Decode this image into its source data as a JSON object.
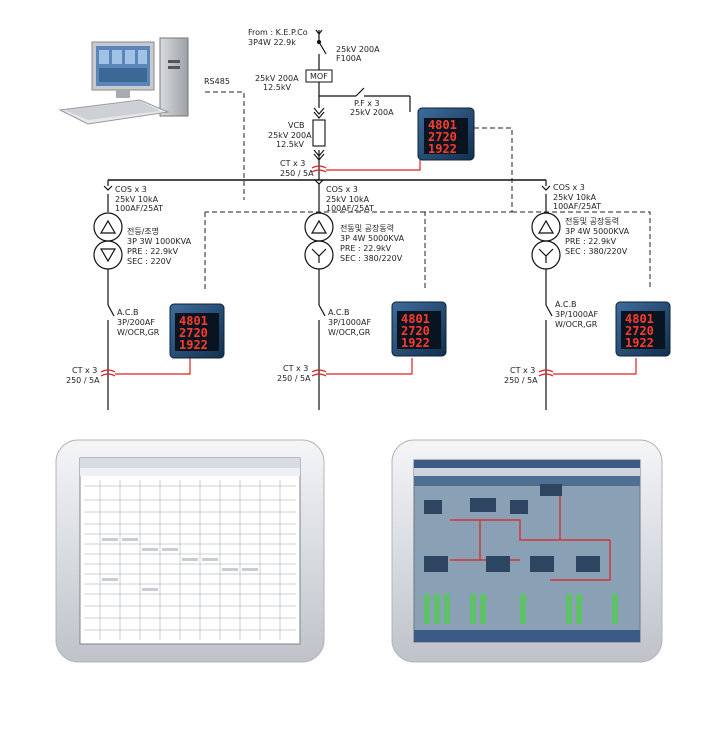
{
  "source": {
    "from_line1": "From : K.E.P.Co",
    "from_line2": "3P4W 22.9k",
    "lbs_line1": "25kV 200A",
    "lbs_line2": "F100A",
    "mof_label": "MOF",
    "mof_line1": "25kV 200A",
    "mof_line2": "12.5kV",
    "rs485": "RS485",
    "pf_line1": "P.F x 3",
    "pf_line2": "25kV 200A",
    "vcb_line1": "VCB",
    "vcb_line2": "25kV 200A",
    "vcb_line3": "12.5kV",
    "ct_line1": "CT x 3",
    "ct_line2": "250 / 5A"
  },
  "meter": {
    "row1": "4801",
    "row2": "2720",
    "row3": "1922"
  },
  "feeders": [
    {
      "cos_line1": "COS x 3",
      "cos_line2": "25kV 10kA",
      "cos_line3": "100AF/25AT",
      "tr_line1": "전등/조명",
      "tr_line2": "3P 3W 1000KVA",
      "tr_line3": "PRE : 22.9kV",
      "tr_line4": "SEC : 220V",
      "acb_line1": "A.C.B",
      "acb_line2": "3P/200AF",
      "acb_line3": "W/OCR,GR",
      "ct_line1": "CT x 3",
      "ct_line2": "250 / 5A"
    },
    {
      "cos_line1": "COS x 3",
      "cos_line2": "25kV 10kA",
      "cos_line3": "100AF/25AT",
      "tr_line1": "전동및 공장동력",
      "tr_line2": "3P 4W 5000KVA",
      "tr_line3": "PRE : 22.9kV",
      "tr_line4": "SEC : 380/220V",
      "acb_line1": "A.C.B",
      "acb_line2": "3P/1000AF",
      "acb_line3": "W/OCR,GR",
      "ct_line1": "CT x 3",
      "ct_line2": "250 / 5A"
    },
    {
      "cos_line1": "COS x 3",
      "cos_line2": "25kV 10kA",
      "cos_line3": "100AF/25AT",
      "tr_line1": "전동및 공장동력",
      "tr_line2": "3P 4W 5000KVA",
      "tr_line3": "PRE : 22.9kV",
      "tr_line4": "SEC : 380/220V",
      "acb_line1": "A.C.B",
      "acb_line2": "3P/1000AF",
      "acb_line3": "W/OCR,GR",
      "ct_line1": "CT x 3",
      "ct_line2": "250 / 5A"
    }
  ],
  "colors": {
    "meter_digits": "#ff3b2b",
    "meter_body": "#1d3f6a",
    "ct_wire": "#e02020",
    "monitor_bezel": "#dfe2e6"
  }
}
